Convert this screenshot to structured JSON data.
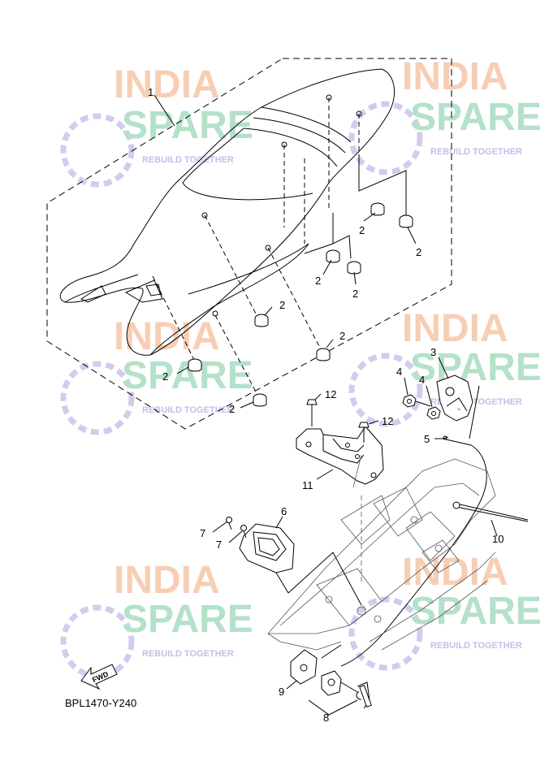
{
  "diagram_code": "BPL1470-Y240",
  "fwd_label": "FWD",
  "watermark": {
    "line1": "INDIA",
    "line2": "SPARE",
    "line3": "REBUILD TOGETHER",
    "color_india": "#f6c6a8",
    "color_spare": "#a8dcc0",
    "color_icon": "#c9c4ec"
  },
  "callouts": {
    "c1": "1",
    "c2": "2",
    "c3": "3",
    "c4": "4",
    "c5": "5",
    "c6": "6",
    "c7": "7",
    "c8": "8",
    "c9": "9",
    "c10": "10",
    "c11": "11",
    "c12": "12"
  }
}
